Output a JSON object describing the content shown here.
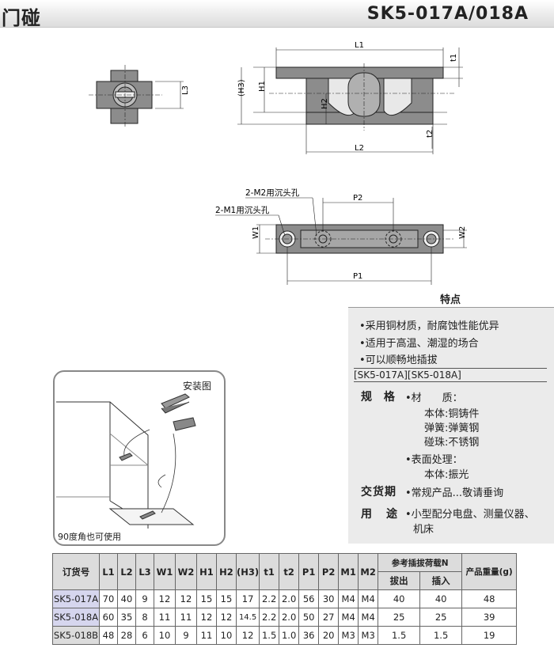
{
  "header": {
    "title": "门碰",
    "model": "SK5-017A/018A"
  },
  "drawing_labels": {
    "L1": "L1",
    "L2": "L2",
    "L3": "L3",
    "H1": "H1",
    "H2": "H2",
    "H3": "(H3)",
    "t1": "t1",
    "t2": "t2",
    "W1": "W1",
    "W2": "W2",
    "P1": "P1",
    "P2": "P2",
    "m2_hole": "2-M2用沉头孔",
    "m1_hole": "2-M1用沉头孔"
  },
  "features": {
    "title": "特点",
    "items": [
      "•采用铜材质，耐腐蚀性能优异",
      "•适用于高温、潮湿的场合",
      "•可以顺畅地插拔"
    ],
    "models": "[SK5-017A][SK5-018A]",
    "spec_label": "规 格",
    "material_label": "•材　　质：",
    "material_lines": [
      "本体:铜铸件",
      "弹簧:弹簧钢",
      "碰珠:不锈钢"
    ],
    "surface_label": "•表面处理：",
    "surface_value": "本体:振光",
    "delivery_label": "交货期",
    "delivery_value": "•常规产品...敬请垂询",
    "usage_label": "用　途",
    "usage_value_1": "•小型配分电盘、测量仪器、",
    "usage_value_2": "机床"
  },
  "install": {
    "title": "安装图",
    "note": "90度角也可使用"
  },
  "table": {
    "headers": {
      "model": "订货号",
      "L1": "L1",
      "L2": "L2",
      "L3": "L3",
      "W1": "W1",
      "W2": "W2",
      "H1": "H1",
      "H2": "H2",
      "H3": "(H3)",
      "t1": "t1",
      "t2": "t2",
      "P1": "P1",
      "P2": "P2",
      "M1": "M1",
      "M2": "M2",
      "load": "参考插拔荷载N",
      "pull": "拔出",
      "insert": "插入",
      "weight": "产品重量(g)"
    },
    "rows": [
      {
        "model": "SK5-017A",
        "L1": "70",
        "L2": "40",
        "L3": "9",
        "W1": "12",
        "W2": "12",
        "H1": "15",
        "H2": "15",
        "H3": "17",
        "t1": "2.2",
        "t2": "2.0",
        "P1": "56",
        "P2": "30",
        "M1": "M4",
        "M2": "M4",
        "pull": "40",
        "insert": "40",
        "weight": "48"
      },
      {
        "model": "SK5-018A",
        "L1": "60",
        "L2": "35",
        "L3": "8",
        "W1": "11",
        "W2": "11",
        "H1": "12",
        "H2": "12",
        "H3": "14.5",
        "t1": "2.2",
        "t2": "2.0",
        "P1": "50",
        "P2": "27",
        "M1": "M4",
        "M2": "M4",
        "pull": "25",
        "insert": "25",
        "weight": "39"
      },
      {
        "model": "SK5-018B",
        "L1": "48",
        "L2": "28",
        "L3": "6",
        "W1": "10",
        "W2": "9",
        "H1": "11",
        "H2": "10",
        "H3": "12",
        "t1": "1.5",
        "t2": "1.0",
        "P1": "36",
        "P2": "20",
        "M1": "M3",
        "M2": "M3",
        "pull": "1.5",
        "insert": "1.5",
        "weight": "19"
      }
    ]
  }
}
